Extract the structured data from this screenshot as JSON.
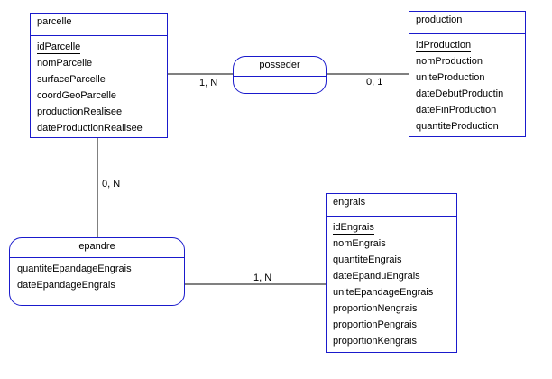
{
  "entities": {
    "parcelle": {
      "name": "parcelle",
      "attributes": [
        "idParcelle",
        "nomParcelle",
        "surfaceParcelle",
        "coordGeoParcelle",
        "productionRealisee",
        "dateProductionRealisee"
      ]
    },
    "production": {
      "name": "production",
      "attributes": [
        "idProduction",
        "nomProduction",
        "uniteProduction",
        "dateDebutProductin",
        "dateFinProduction",
        "quantiteProduction"
      ]
    },
    "engrais": {
      "name": "engrais",
      "attributes": [
        "idEngrais",
        "nomEngrais",
        "quantiteEngrais",
        "dateEpanduEngrais",
        "uniteEpandageEngrais",
        "proportionNengrais",
        "proportionPengrais",
        "proportionKengrais"
      ]
    }
  },
  "associations": {
    "posseder": {
      "name": "posseder",
      "attributes": []
    },
    "epandre": {
      "name": "epandre",
      "attributes": [
        "quantiteEpandageEngrais",
        "dateEpandageEngrais"
      ]
    }
  },
  "cardinalities": {
    "parcelle_posseder": "1, N",
    "production_posseder": "0, 1",
    "parcelle_epandre": "0, N",
    "engrais_epandre": "1, N"
  },
  "colors": {
    "border": "#1a1acc",
    "link": "#000000"
  }
}
